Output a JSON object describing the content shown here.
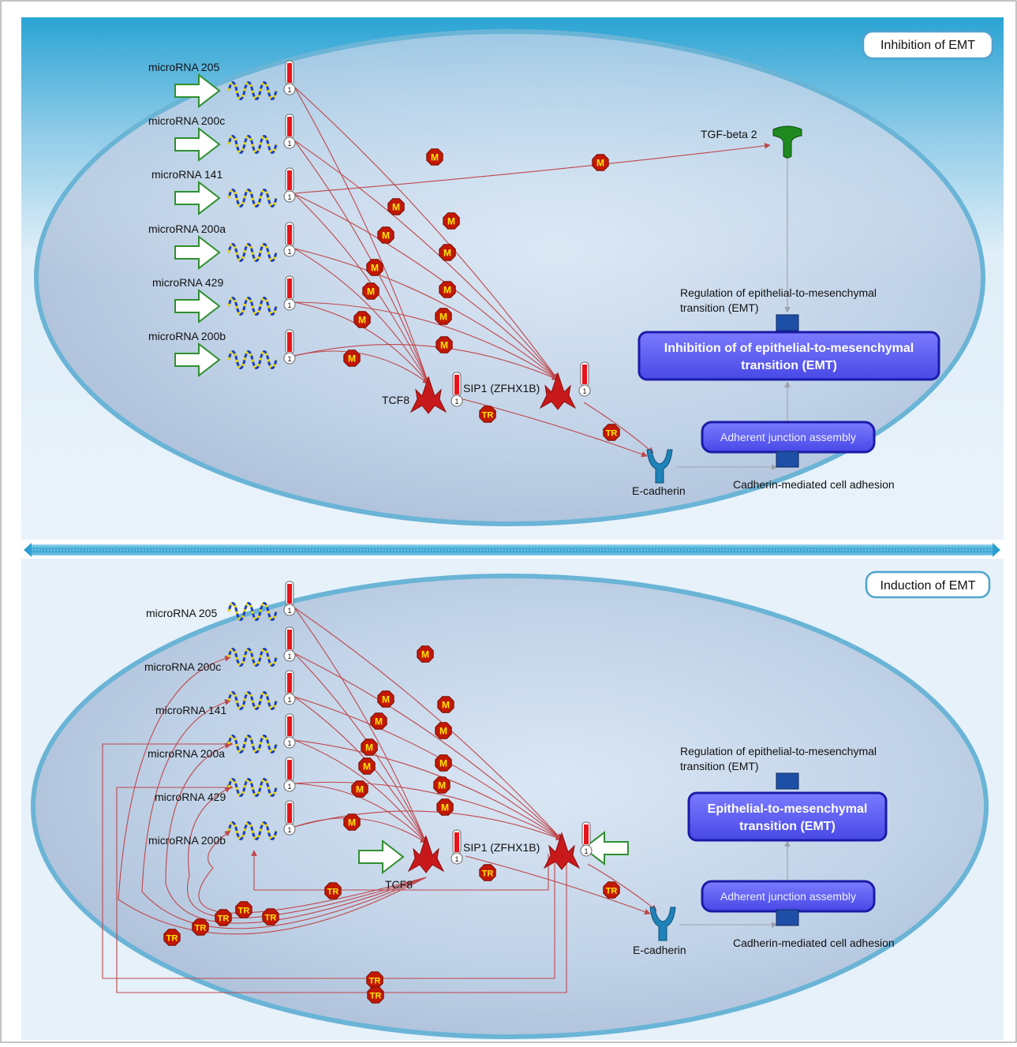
{
  "panels": [
    {
      "title": "Inhibition of EMT",
      "mirnas": [
        "microRNA 205",
        "microRNA 200c",
        "microRNA 141",
        "microRNA 200a",
        "microRNA 429",
        "microRNA 200b"
      ],
      "tcf8_label": "TCF8",
      "sip1_label": "SIP1 (ZFHX1B)",
      "ecad_label": "E-cadherin",
      "tgf_label": "TGF-beta 2",
      "regulation_label": [
        "Regulation of epithelial-to-mesenchymal",
        "transition (EMT)"
      ],
      "process_label": [
        "Inhibition of of epithelial-to-mesenchymal",
        "transition (EMT)"
      ],
      "junction_label": "Adherent junction assembly",
      "adhesion_label": "Cadherin-mediated cell adhesion"
    },
    {
      "title": "Induction of EMT",
      "mirnas": [
        "microRNA 205",
        "microRNA 200c",
        "microRNA 141",
        "microRNA 200a",
        "microRNA 429",
        "microRNA 200b"
      ],
      "tcf8_label": "TCF8",
      "sip1_label": "SIP1 (ZFHX1B)",
      "ecad_label": "E-cadherin",
      "regulation_label": [
        "Regulation of epithelial-to-mesenchymal",
        "transition (EMT)"
      ],
      "process_label": [
        "Epithelial-to-mesenchymal",
        "transition (EMT)"
      ],
      "junction_label": "Adherent junction assembly",
      "adhesion_label": "Cadherin-mediated cell adhesion"
    }
  ],
  "badges": {
    "mirna_effect": "M",
    "transcription": "TR"
  },
  "thermometer_value": "1",
  "icons": {
    "input": "green-arrow-icon",
    "mirna": "mirna-wave-icon",
    "expression": "thermometer-icon",
    "transcription_factor": "transcription-factor-icon",
    "receptor": "receptor-y-icon",
    "ligand": "ligand-t-icon"
  },
  "colors": {
    "background_top": "#2ea7d6",
    "background_bottom": "#e9f2f9",
    "cell_fill": "#b6c8e0",
    "cell_border": "#6ab4d6",
    "edge": "#c0464a",
    "badge": "#c21806",
    "badge_text": "#ffe800",
    "tf": "#c8191a",
    "receptor": "#1f82b8",
    "ligand": "#1f8a1f",
    "process_box": "#5f5ff0",
    "process_border": "#1b1ba8",
    "arrow_green": "#2f8f2f",
    "mirna_blue": "#1b3fc0",
    "mirna_yellow": "#f0d800"
  }
}
